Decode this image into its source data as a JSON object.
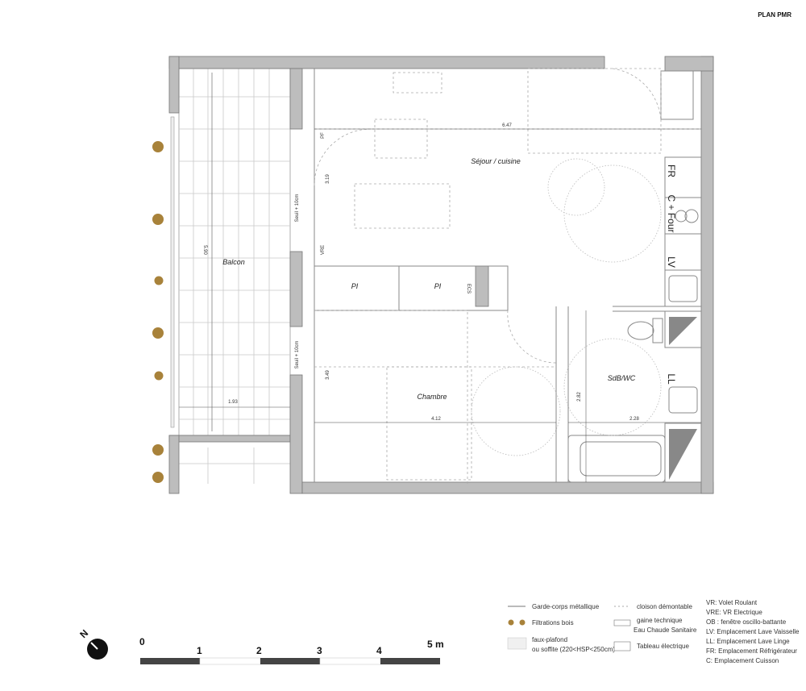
{
  "title": "PLAN PMR",
  "rooms": {
    "sejour": "Séjour / cuisine",
    "balcon": "Balcon",
    "pi1": "PI",
    "pi2": "PI",
    "chambre": "Chambre",
    "sdb": "SdB/WC",
    "ecs": "ECS"
  },
  "dimensions": {
    "sejour_width": "6.47",
    "balcon_length": "5.90",
    "balcon_width": "1.93",
    "chambre_width": "4.12",
    "sdb_width": "2.28",
    "sdb_depth": "2.82",
    "sejour_depth": "3.19",
    "chambre_depth": "3.49"
  },
  "annotations": {
    "pf": "PF",
    "vre": "VRE",
    "seuil1": "Seuil + 10cm",
    "seuil2": "Seuil + 10cm",
    "fr": "FR",
    "c_four": "C + Four",
    "lv": "LV",
    "ll": "LL"
  },
  "scale_bar": {
    "labels": [
      "0",
      "1",
      "2",
      "3",
      "4",
      "5 m"
    ],
    "north": "N"
  },
  "legend": {
    "col1": [
      "Garde-corps métallique",
      "Filtrations bois",
      "faux-plafond",
      "ou soffite (220<HSP<250cm)"
    ],
    "col2": [
      "cloison démontable",
      "gaine technique",
      "Eau Chaude Sanitaire",
      "Tableau électrique"
    ],
    "col3": [
      "VR: Volet Roulant",
      "VRE: VR Electrique",
      "OB : fenêtre oscillo-battante",
      "LV: Emplacement Lave Vaisselle",
      "LL: Emplacement Lave Linge",
      "FR: Emplacement Réfrigérateur",
      "C: Emplacement Cuisson"
    ]
  },
  "colors": {
    "wall": "#bdbdbd",
    "filtration": "#a8823a"
  }
}
